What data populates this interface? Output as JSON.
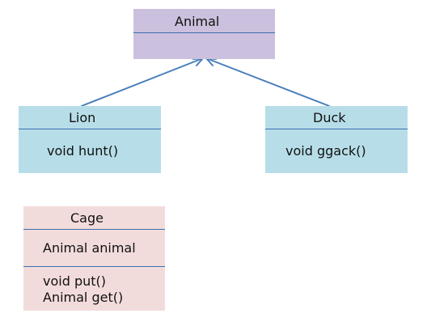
{
  "colors": {
    "animal_fill": "#CBC0DD",
    "animal_line": "#3C6FB0",
    "subclass_fill": "#B7DEE8",
    "subclass_line": "#3C6FB0",
    "cage_fill": "#F2DCDB",
    "cage_line": "#3C6FB0",
    "arrow": "#4A7EBB",
    "text": "#111111"
  },
  "classes": {
    "animal": {
      "name": "Animal"
    },
    "lion": {
      "name": "Lion",
      "methods": [
        "void hunt()"
      ]
    },
    "duck": {
      "name": "Duck",
      "methods": [
        "void ggack()"
      ]
    },
    "cage": {
      "name": "Cage",
      "attributes": [
        "Animal animal"
      ],
      "methods": [
        "void put()",
        "Animal get()"
      ]
    }
  },
  "relations": [
    {
      "type": "inheritance",
      "from": "Lion",
      "to": "Animal"
    },
    {
      "type": "inheritance",
      "from": "Duck",
      "to": "Animal"
    }
  ]
}
